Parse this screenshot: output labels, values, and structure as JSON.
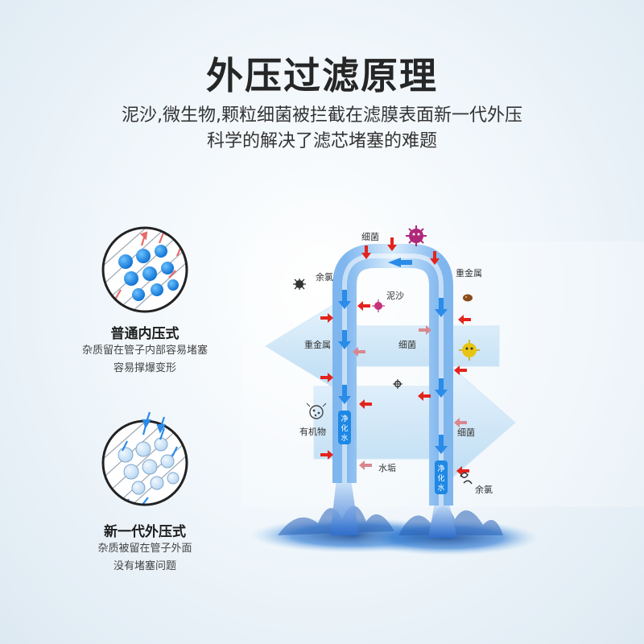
{
  "header": {
    "title": "外压过滤原理",
    "subtitle_line1": "泥沙,微生物,颗粒细菌被拦截在滤膜表面新一代外压",
    "subtitle_line2": "科学的解决了滤芯堵塞的难题"
  },
  "panel_internal": {
    "title": "普通内压式",
    "desc_line1": "杂质留在管子内部容易堵塞",
    "desc_line2": "容易撑爆变形"
  },
  "panel_external": {
    "title": "新一代外压式",
    "desc_line1": "杂质被留在管子外面",
    "desc_line2": "没有堵塞问题"
  },
  "labels": {
    "bacteria_top": "细菌",
    "residual_chlorine_left": "余氯",
    "heavy_metal_right": "重金属",
    "sediment": "泥沙",
    "heavy_metal_left": "重金属",
    "bacteria_middle": "细菌",
    "organic_matter": "有机物",
    "bacteria_right": "细菌",
    "scale": "水垢",
    "residual_chlorine_bottom": "余氯",
    "purified_water_left": "净化水",
    "purified_water_right": "净化水"
  },
  "colors": {
    "inflow_arrow": "#e3231d",
    "flow_arrow": "#2a8be8",
    "tube": "#b8d6f5",
    "accent_blue": "#1e88e5",
    "big_arrow": "#cfe6f7"
  }
}
